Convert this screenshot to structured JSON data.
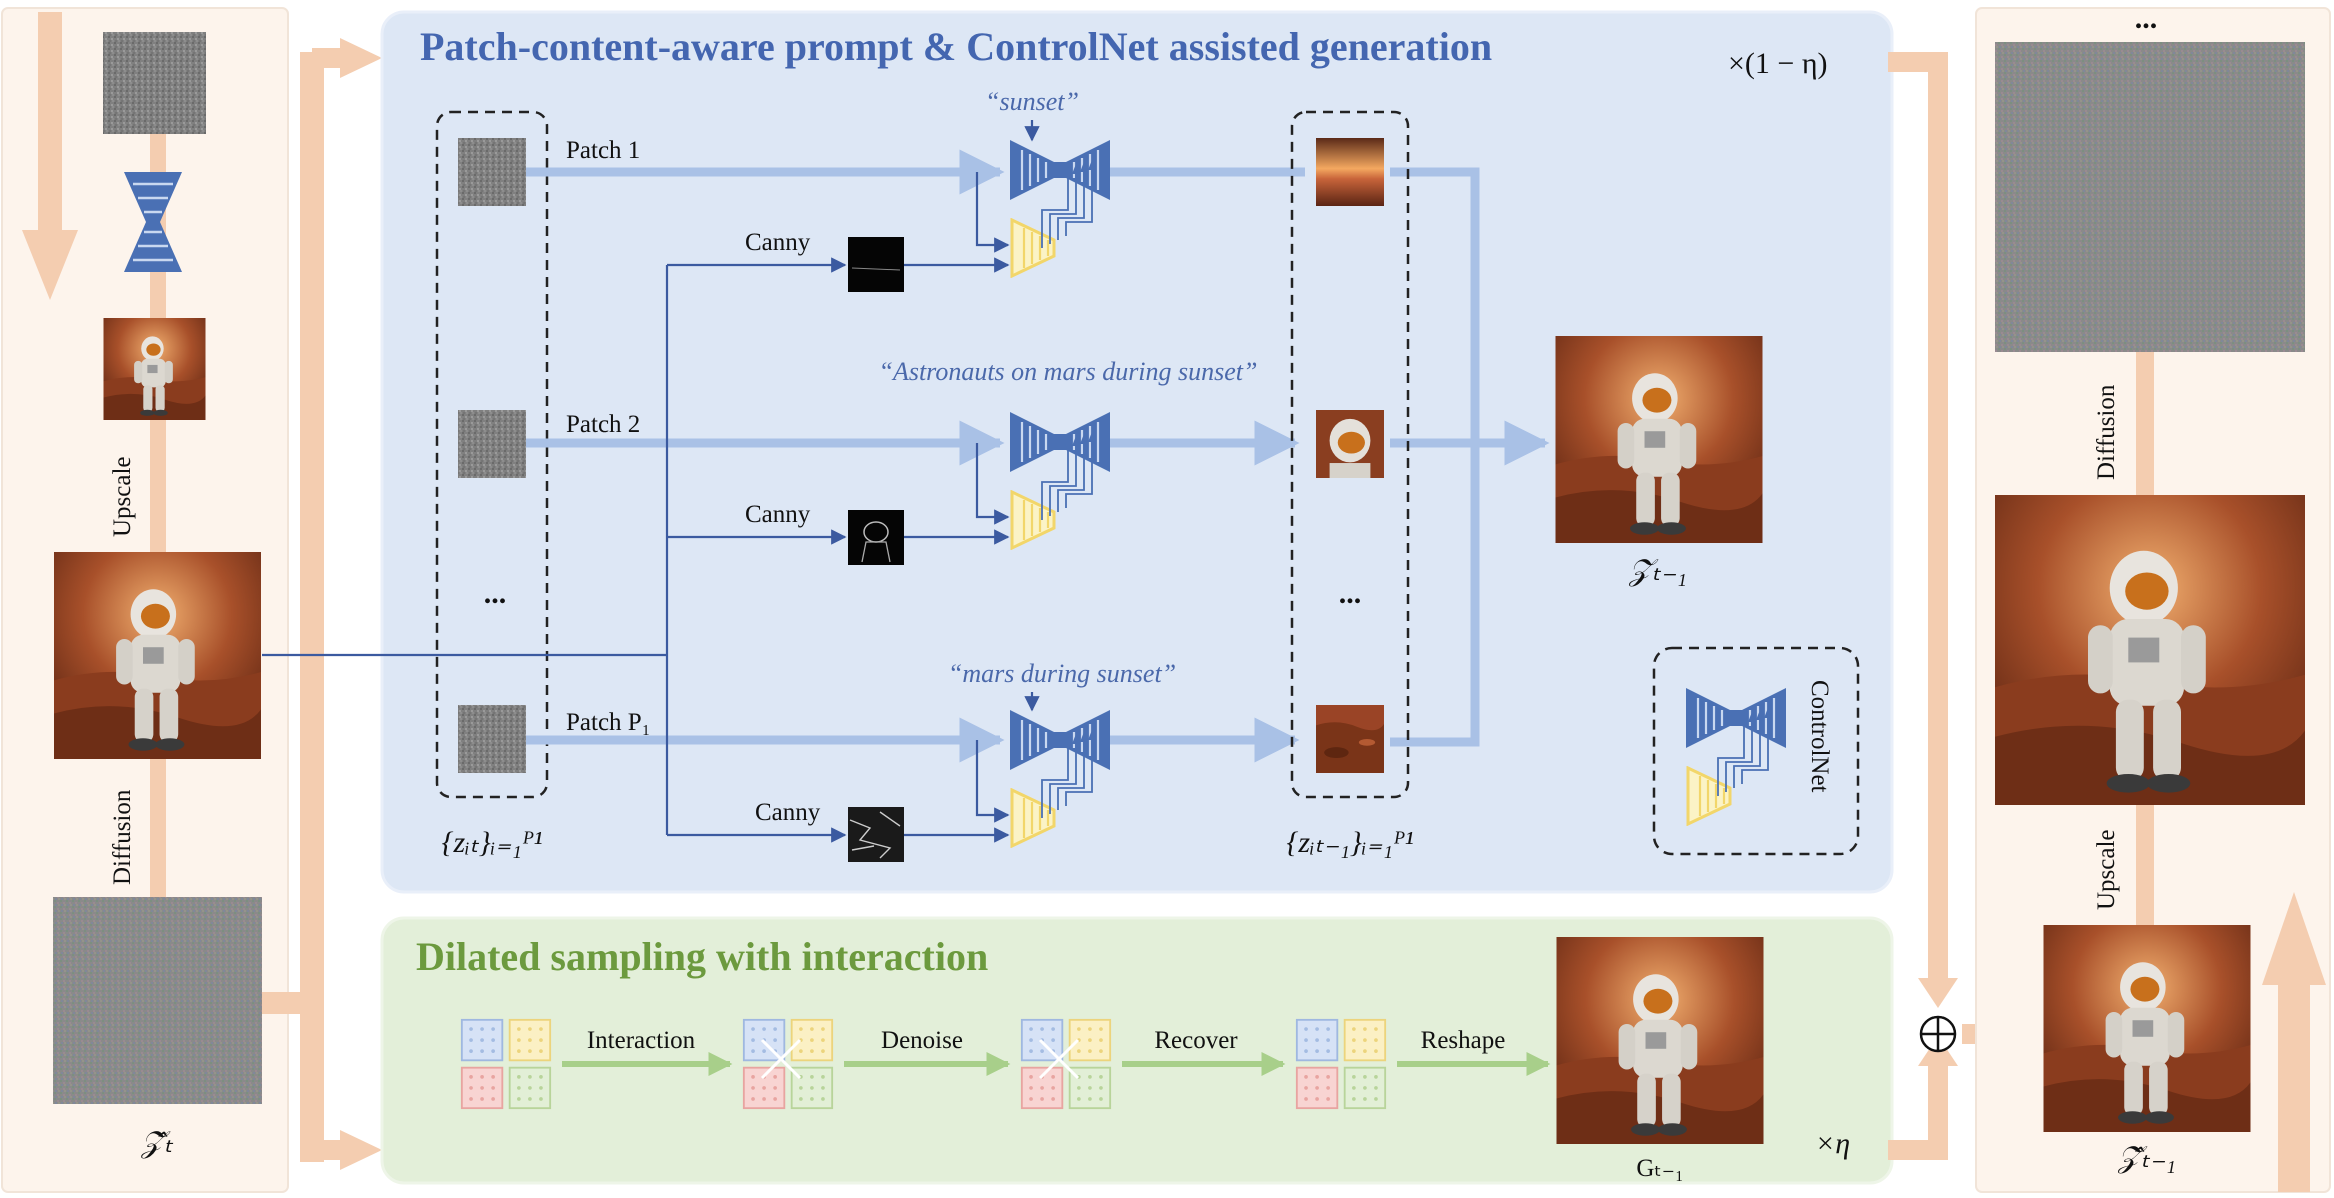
{
  "top_panel": {
    "title": "Patch-content-aware prompt & ControlNet assisted generation",
    "multiplier": "×(1 − η)",
    "patch_labels": [
      "Patch 1",
      "Patch 2",
      "Patch P₁"
    ],
    "ellipsis": "...",
    "canny_label": "Canny",
    "prompts": [
      "“sunset”",
      "“Astronauts on mars during sunset”",
      "“mars during sunset”"
    ],
    "input_set_label": "{zᵢₜ}ᵢ₌₁ᴾ¹",
    "output_set_label": "{zᵢₜ₋₁}ᵢ₌₁ᴾ¹",
    "merged_label": "𝒵ₜ₋₁",
    "legend_label": "ControlNet"
  },
  "bottom_panel": {
    "title": "Dilated sampling with interaction",
    "steps": [
      "Interaction",
      "Denoise",
      "Recover",
      "Reshape"
    ],
    "output_label": "Gₜ₋₁",
    "multiplier": "×η"
  },
  "left_column": {
    "upscale_label": "Upscale",
    "diffusion_label": "Diffusion",
    "bottom_label": "𝒵̂ₜ"
  },
  "right_column": {
    "top_ellipsis": "...",
    "diffusion_label": "Diffusion",
    "upscale_label": "Upscale",
    "bottom_label": "𝒵̂ₜ₋₁"
  },
  "colors": {
    "blue_panel": "#dde7f5",
    "green_panel": "#e3efd9",
    "side_panel": "#fdf4ec",
    "arrow_peach": "#f4cdb0",
    "blue_title": "#4466b0",
    "green_title": "#6c9a3e",
    "unet_blue": "#4a70b4",
    "controlnet_yellow": "#f2d66a"
  }
}
